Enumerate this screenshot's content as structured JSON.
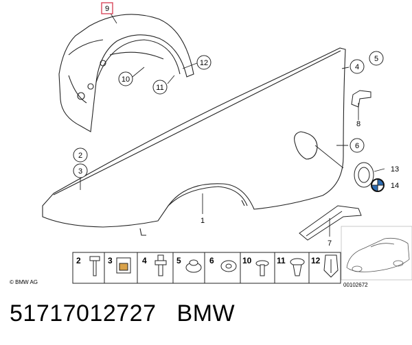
{
  "diagram": {
    "callouts": {
      "c9": "9",
      "c10": "10",
      "c11": "11",
      "c12": "12",
      "c4": "4",
      "c5": "5",
      "c8": "8",
      "c6": "6",
      "c13": "13",
      "c14": "14",
      "c2": "2",
      "c3": "3",
      "c1": "1",
      "c7": "7"
    },
    "parts_strip": [
      "2",
      "3",
      "4",
      "5",
      "6",
      "10",
      "11",
      "12"
    ],
    "copyright": "© BMW AG",
    "image_code": "00102672"
  },
  "caption": {
    "part_number": "51717012727",
    "brand": "BMW"
  },
  "colors": {
    "highlight": "#d9475b",
    "line": "#222222"
  }
}
